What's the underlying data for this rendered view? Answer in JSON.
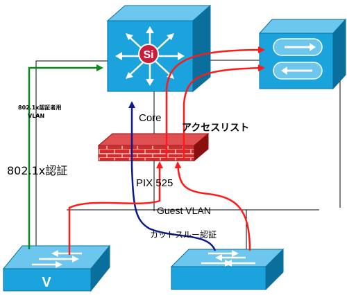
{
  "labels": {
    "core": "Core",
    "acl": "アクセスリスト",
    "pix": "PIX 525",
    "guest_vlan": "Guest VLAN",
    "cut_through": "カットスルー認証",
    "auth_8021x": "802.1x認証",
    "auth_vlan": "802.1x認証者用\nVLAN",
    "auth_vlan_line1": "802.1x認証者用",
    "auth_vlan_line2": "VLAN",
    "si_badge": "Si",
    "v_badge": "V"
  },
  "icons": {
    "core_switch": "layer3-switch-icon",
    "server": "server-array-icon",
    "firewall": "firewall-brick-icon",
    "left_access_switch": "vlan-switch-icon",
    "right_access_switch": "workgroup-switch-icon"
  },
  "colors": {
    "device_blue": "#1aa3dc",
    "device_dark": "#0b6f9e",
    "firewall_red": "#d42c2c",
    "flow_red": "#ff1a1a",
    "flow_green": "#0a8a1a",
    "flow_navy": "#0b1a8c",
    "si_badge": "#c81e3c"
  }
}
